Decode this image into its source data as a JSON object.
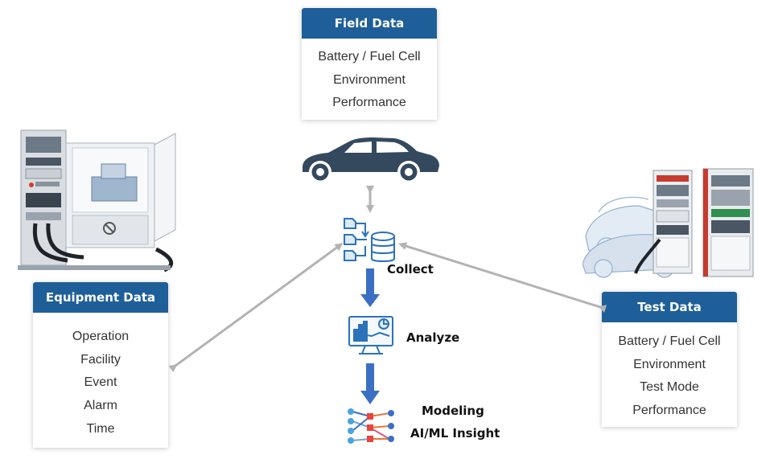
{
  "field_data": {
    "title": "Field Data",
    "items": [
      "Battery / Fuel Cell",
      "Environment",
      "Performance"
    ]
  },
  "equipment_data": {
    "title": "Equipment Data",
    "items": [
      "Operation",
      "Facility",
      "Event",
      "Alarm",
      "Time"
    ]
  },
  "test_data": {
    "title": "Test Data",
    "items": [
      "Battery / Fuel Cell",
      "Environment",
      "Test Mode",
      "Performance"
    ]
  },
  "steps": {
    "collect": "Collect",
    "analyze": "Analyze",
    "modeling": "Modeling",
    "insight": "AI/ML Insight"
  },
  "colors": {
    "header_blue": "#1f5f99",
    "flow_arrow": "#3a6fc4",
    "connector_gray": "#b3b3b3",
    "car": "#34495e",
    "icon_blue": "#2b73b8"
  },
  "icons": [
    "car-icon",
    "database-icon",
    "analytics-icon",
    "neural-network-icon",
    "equipment-photo",
    "test-rig-photo"
  ]
}
